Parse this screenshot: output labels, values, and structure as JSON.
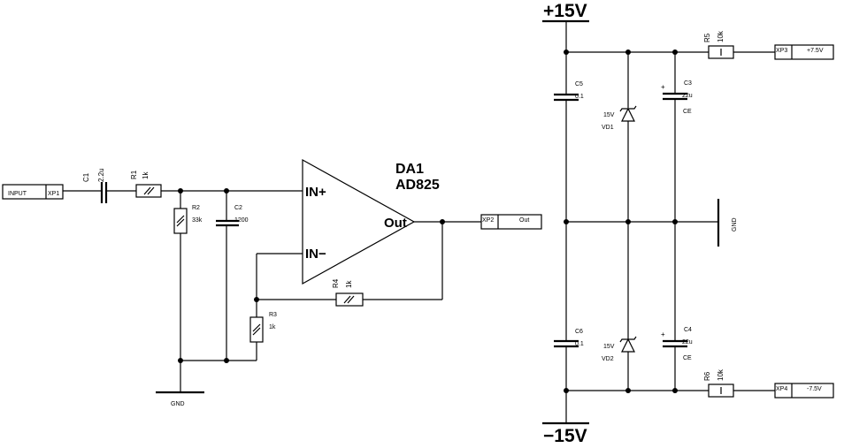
{
  "rails": {
    "positive": "+15V",
    "negative": "−15V"
  },
  "opamp": {
    "ref": "DA1",
    "part": "AD825",
    "pin_in_plus": "IN+",
    "pin_in_minus": "IN−",
    "pin_out": "Out"
  },
  "connectors": {
    "xp1": {
      "ref": "XP1",
      "label": "INPUT"
    },
    "xp2": {
      "ref": "XP2",
      "label": "Out"
    },
    "xp3": {
      "ref": "XP3",
      "label": "+7.5V"
    },
    "xp4": {
      "ref": "XP4",
      "label": "-7.5V"
    }
  },
  "components": {
    "c1": {
      "ref": "C1",
      "value": "2.2u"
    },
    "r1": {
      "ref": "R1",
      "value": "1k"
    },
    "r2": {
      "ref": "R2",
      "value": "33k"
    },
    "c2": {
      "ref": "C2",
      "value": "1200"
    },
    "r3": {
      "ref": "R3",
      "value": "1k"
    },
    "r4": {
      "ref": "R4",
      "value": "1k"
    },
    "r5": {
      "ref": "R5",
      "value": "10k"
    },
    "r6": {
      "ref": "R6",
      "value": "10k"
    },
    "c3": {
      "ref": "C3",
      "value": "22u",
      "type": "CE"
    },
    "c4": {
      "ref": "C4",
      "value": "22u",
      "type": "CE"
    },
    "c5": {
      "ref": "C5",
      "value": "0.1"
    },
    "c6": {
      "ref": "C6",
      "value": "0.1"
    },
    "vd1": {
      "ref": "VD1",
      "value": "15V"
    },
    "vd2": {
      "ref": "VD2",
      "value": "15V"
    }
  },
  "ground": {
    "left_label": "GND",
    "right_label": "GND"
  },
  "polarity_mark": "+"
}
